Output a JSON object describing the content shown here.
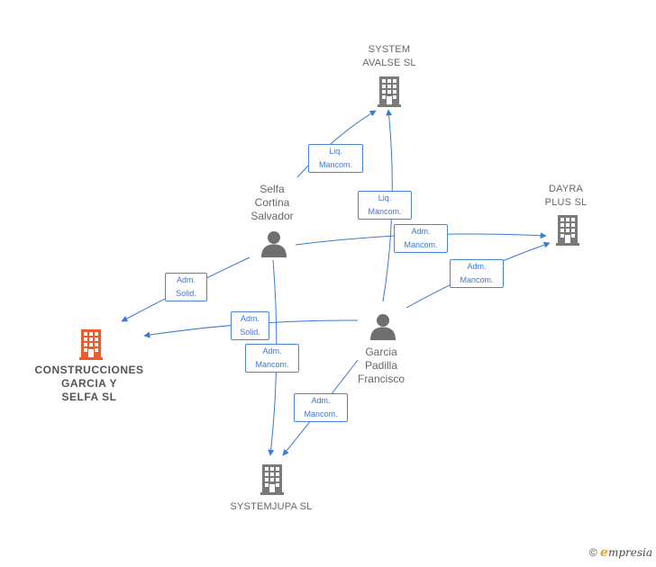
{
  "nodes": {
    "system_avalse": {
      "label": "SYSTEM\nAVALSE SL",
      "kind": "company"
    },
    "dayra_plus": {
      "label": "DAYRA\nPLUS SL",
      "kind": "company"
    },
    "construcciones": {
      "label": "CONSTRUCCIONES\nGARCIA Y\nSELFA  SL",
      "kind": "company-focus"
    },
    "systemjupa": {
      "label": "SYSTEMJUPA SL",
      "kind": "company"
    },
    "selfa": {
      "label": "Selfa\nCortina\nSalvador",
      "kind": "person"
    },
    "garcia": {
      "label": "Garcia\nPadilla\nFrancisco",
      "kind": "person"
    }
  },
  "edges": [
    {
      "id": "e1",
      "from": "selfa",
      "to": "system_avalse",
      "label": "Liq.\nMancom."
    },
    {
      "id": "e2",
      "from": "garcia",
      "to": "system_avalse",
      "label": "Liq.\nMancom."
    },
    {
      "id": "e3",
      "from": "selfa",
      "to": "dayra_plus",
      "label": "Adm.\nMancom."
    },
    {
      "id": "e4",
      "from": "garcia",
      "to": "dayra_plus",
      "label": "Adm.\nMancom."
    },
    {
      "id": "e5",
      "from": "selfa",
      "to": "construcciones",
      "label": "Adm.\nSolid."
    },
    {
      "id": "e6",
      "from": "garcia",
      "to": "construcciones",
      "label": "Adm.\nSolid."
    },
    {
      "id": "e7",
      "from": "selfa",
      "to": "systemjupa",
      "label": "Adm.\nMancom."
    },
    {
      "id": "e8",
      "from": "garcia",
      "to": "systemjupa",
      "label": "Adm.\nMancom."
    }
  ],
  "colors": {
    "edge": "#3a7bd5",
    "company_icon": "#7a7a7a",
    "focus_icon": "#f05a28",
    "person_icon": "#6f6f6f"
  },
  "footer": {
    "copyright": "©",
    "brand_initial": "e",
    "brand_rest": "mpresia"
  }
}
